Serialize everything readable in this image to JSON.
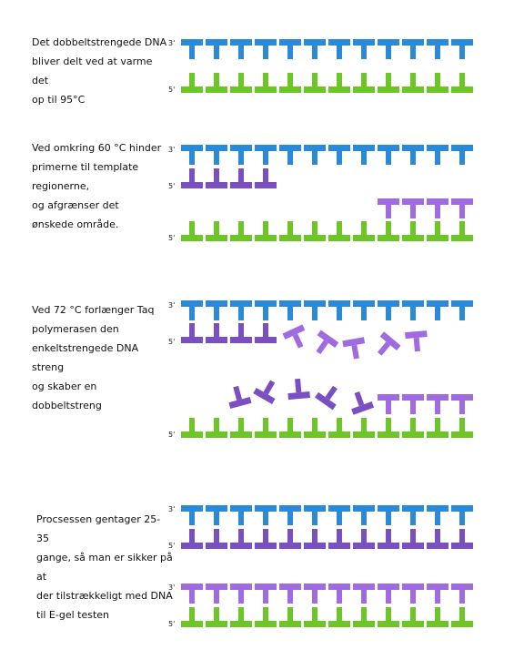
{
  "colors": {
    "top_strand": "#2a8ad8",
    "bottom_strand": "#6cc626",
    "primer": "#7a4fc2",
    "primer_light": "#a06be0"
  },
  "labels": {
    "three_prime": "3'",
    "five_prime": "5'"
  },
  "steps": [
    {
      "caption": "Det dobbeltstrengede DNA\nbliver delt ved at varme det\nop til 95°C"
    },
    {
      "caption": "Ved omkring 60 °C hinder\nprimerne til template regionerne,\nog afgrænser det\nønskede område."
    },
    {
      "caption": "Ved 72 °C forlænger Taq\npolymerasen den\nenkeltstrengede DNA streng\nog skaber en dobbeltstreng"
    },
    {
      "caption": "Procsessen gentager 25-35\ngange, så man er sikker på at\nder tilstrækkeligt med DNA\ntil E-gel testen"
    }
  ]
}
